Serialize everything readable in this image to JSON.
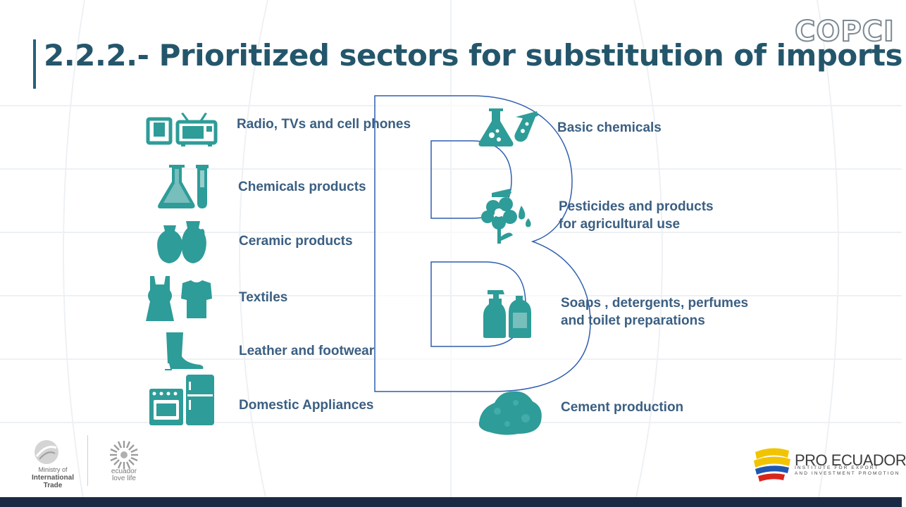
{
  "title": "2.2.2.- Prioritized sectors for substitution of imports",
  "brand": "COPCI",
  "left_sectors": [
    {
      "label": "Radio, TVs and cell phones",
      "icon": "tv-icon"
    },
    {
      "label": "Chemicals products",
      "icon": "lab-glassware-icon"
    },
    {
      "label": "Ceramic products",
      "icon": "vases-icon"
    },
    {
      "label": "Textiles",
      "icon": "clothes-icon"
    },
    {
      "label": "Leather and footwear",
      "icon": "boot-icon"
    },
    {
      "label": "Domestic Appliances",
      "icon": "appliances-icon"
    }
  ],
  "right_sectors": [
    {
      "line1": "Basic chemicals",
      "line2": "",
      "icon": "flask-icon"
    },
    {
      "line1": "Pesticides and products",
      "line2": "for agricultural use",
      "icon": "flower-testtube-icon"
    },
    {
      "line1": "Soaps , detergents,  perfumes",
      "line2": "and toilet preparations",
      "icon": "spray-bottles-icon"
    },
    {
      "line1": "Cement production",
      "line2": "",
      "icon": "cement-pile-icon"
    }
  ],
  "letter": "B",
  "footer": {
    "ministry_line1": "Ministry of",
    "ministry_line2": "International Trade",
    "ecuador_line1": "ecuador",
    "ecuador_line2": "love life",
    "pro_name": "PRO ECUADOR",
    "pro_sub1": "INSTITUTE FOR EXPORT",
    "pro_sub2": "AND INVESTMENT PROMOTION"
  },
  "colors": {
    "title": "#24566b",
    "label": "#3b5f82",
    "icon": "#2e9c98",
    "footer": "#1b2a44"
  }
}
